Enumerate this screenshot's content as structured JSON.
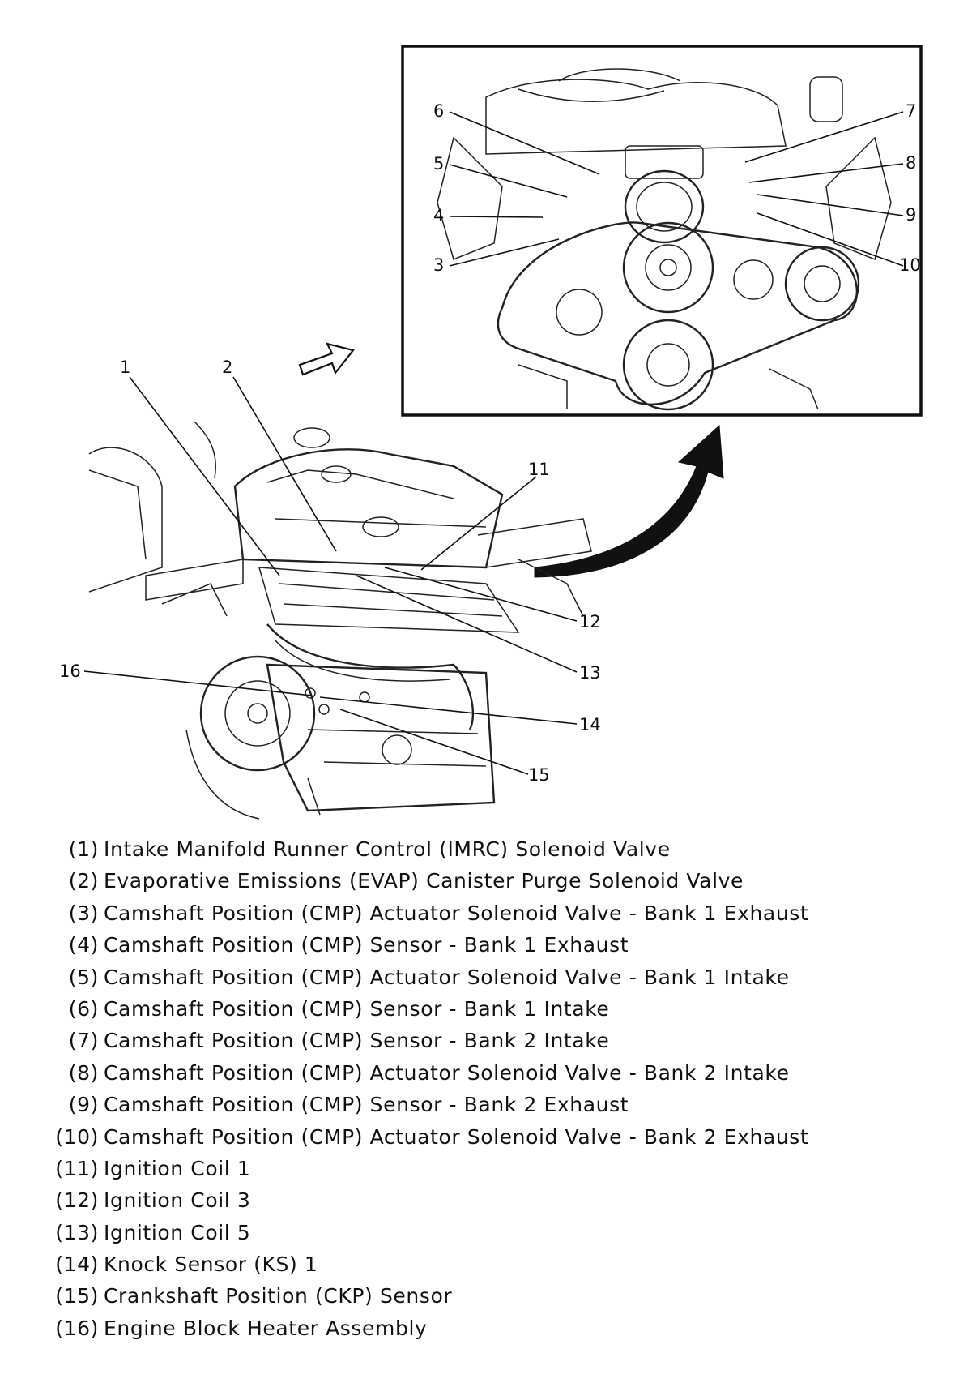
{
  "callouts": [
    "1",
    "2",
    "3",
    "4",
    "5",
    "6",
    "7",
    "8",
    "9",
    "10",
    "11",
    "12",
    "13",
    "14",
    "15",
    "16"
  ],
  "legend": [
    {
      "num": "(1)",
      "text": "Intake Manifold Runner Control (IMRC) Solenoid Valve"
    },
    {
      "num": "(2)",
      "text": "Evaporative Emissions (EVAP) Canister Purge Solenoid Valve"
    },
    {
      "num": "(3)",
      "text": "Camshaft Position (CMP) Actuator Solenoid Valve - Bank 1 Exhaust"
    },
    {
      "num": "(4)",
      "text": "Camshaft Position (CMP) Sensor - Bank 1 Exhaust"
    },
    {
      "num": "(5)",
      "text": "Camshaft Position (CMP) Actuator Solenoid Valve - Bank 1 Intake"
    },
    {
      "num": "(6)",
      "text": "Camshaft Position (CMP) Sensor - Bank 1 Intake"
    },
    {
      "num": "(7)",
      "text": "Camshaft Position (CMP) Sensor - Bank 2 Intake"
    },
    {
      "num": "(8)",
      "text": "Camshaft Position (CMP) Actuator Solenoid Valve - Bank 2 Intake"
    },
    {
      "num": "(9)",
      "text": "Camshaft Position (CMP) Sensor - Bank 2 Exhaust"
    },
    {
      "num": "(10)",
      "text": "Camshaft Position (CMP) Actuator Solenoid Valve - Bank 2 Exhaust"
    },
    {
      "num": "(11)",
      "text": "Ignition Coil 1"
    },
    {
      "num": "(12)",
      "text": "Ignition Coil 3"
    },
    {
      "num": "(13)",
      "text": "Ignition Coil 5"
    },
    {
      "num": "(14)",
      "text": "Knock Sensor (KS) 1"
    },
    {
      "num": "(15)",
      "text": "Crankshaft Position (CKP) Sensor"
    },
    {
      "num": "(16)",
      "text": "Engine Block Heater Assembly"
    }
  ]
}
